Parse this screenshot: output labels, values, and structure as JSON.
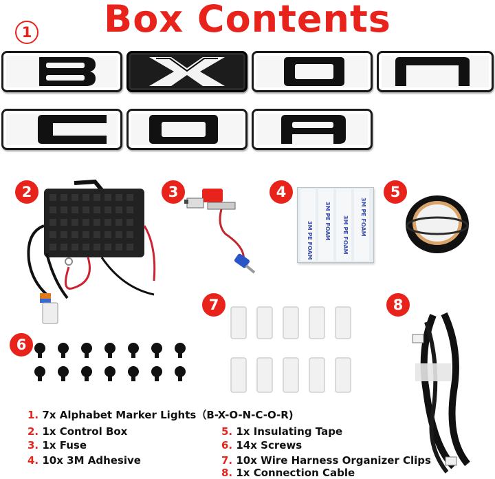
{
  "title": "Box Contents",
  "items": [
    {
      "num_circle": "1",
      "num": "1.",
      "text": "7x Alphabet Marker Lights（B-X-O-N-C-O-R)"
    },
    {
      "num_circle": "2",
      "num": "2.",
      "text": "1x Control Box"
    },
    {
      "num_circle": "3",
      "num": "3.",
      "text": "1x Fuse"
    },
    {
      "num_circle": "4",
      "num": "4.",
      "text": "10x 3M Adhesive"
    },
    {
      "num_circle": "5",
      "num": "5.",
      "text": "1x Insulating Tape"
    },
    {
      "num_circle": "6",
      "num": "6.",
      "text": "14x Screws"
    },
    {
      "num_circle": "7",
      "num": "7.",
      "text": "10x Wire Harness Organizer Clips"
    },
    {
      "num_circle": "8",
      "num": "8.",
      "text": "1x Connection Cable"
    }
  ],
  "adhesive_print": "3M PE FOAM",
  "colors": {
    "accent": "#e8231b",
    "letter_face": "#f6f6f6",
    "letter_dark": "#1c1c1c"
  }
}
